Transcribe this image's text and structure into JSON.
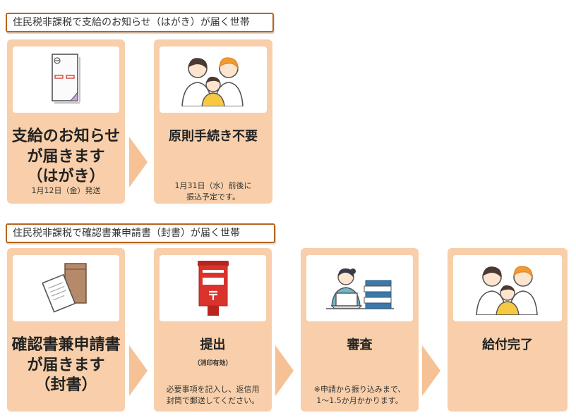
{
  "section1": {
    "header": "住民税非課税で支給のお知らせ（はがき）が届く世帯",
    "cards": [
      {
        "title_lines": [
          "支給のお知らせ",
          "が届きます",
          "（はがき）"
        ],
        "note_lines": [
          "1月12日（金）発送"
        ],
        "icon": "postcard-icon"
      },
      {
        "title_lines": [
          "原則手続き不要"
        ],
        "note_lines": [
          "1月31日（水）前後に",
          "振込予定です。"
        ],
        "icon": "family-icon"
      }
    ]
  },
  "section2": {
    "header": "住民税非課税で確認書兼申請書（封書）が届く世帯",
    "cards": [
      {
        "title_lines": [
          "確認書兼申請書",
          "が届きます",
          "（封書）"
        ],
        "icon": "envelope-document-icon"
      },
      {
        "title_lines": [
          "提出"
        ],
        "subtitle": "（消印有効）",
        "note_lines": [
          "必要事項を記入し、返信用",
          "封筒で郵送してください。"
        ],
        "icon": "mailbox-icon"
      },
      {
        "title_lines": [
          "審査"
        ],
        "note_lines": [
          "※申請から振り込みまで、",
          "1〜1.5か月かかります。"
        ],
        "icon": "reviewer-laptop-icon"
      },
      {
        "title_lines": [
          "給付完了"
        ],
        "icon": "family-icon"
      }
    ]
  },
  "colors": {
    "card_bg": "#f8cfaa",
    "arrow": "#f6c195",
    "header_border": "#b8651c",
    "mailbox_red": "#d9332b"
  }
}
